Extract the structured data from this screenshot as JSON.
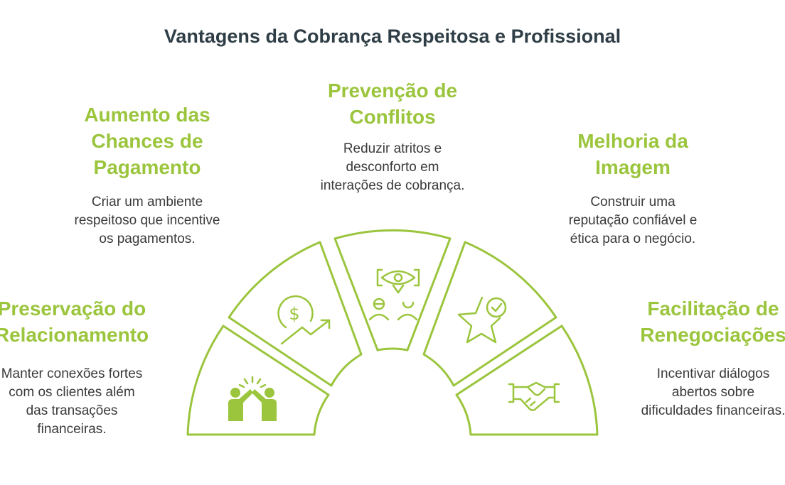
{
  "title": "Vantagens da Cobrança Respeitosa e Profissional",
  "colors": {
    "accent": "#9bc53d",
    "title": "#2f3e46",
    "text": "#3a3a3a"
  },
  "items": [
    {
      "heading": [
        "Preservação do",
        "Relacionamento"
      ],
      "desc": [
        "Manter conexões fortes",
        "com os clientes além",
        "das transações",
        "financeiras."
      ],
      "icon": "high-five-icon"
    },
    {
      "heading": [
        "Aumento das",
        "Chances de",
        "Pagamento"
      ],
      "desc": [
        "Criar um ambiente",
        "respeitoso que incentive",
        "os pagamentos."
      ],
      "icon": "dollar-growth-icon"
    },
    {
      "heading": [
        "Prevenção de",
        "Conflitos"
      ],
      "desc": [
        "Reduzir atritos e",
        "desconforto em",
        "interações de cobrança."
      ],
      "icon": "eye-people-icon"
    },
    {
      "heading": [
        "Melhoria da",
        "Imagem"
      ],
      "desc": [
        "Construir uma",
        "reputação confiável e",
        "ética para o negócio."
      ],
      "icon": "star-check-icon"
    },
    {
      "heading": [
        "Facilitação de",
        "Renegociações"
      ],
      "desc": [
        "Incentivar diálogos",
        "abertos sobre",
        "dificuldades financeiras."
      ],
      "icon": "handshake-icon"
    }
  ]
}
